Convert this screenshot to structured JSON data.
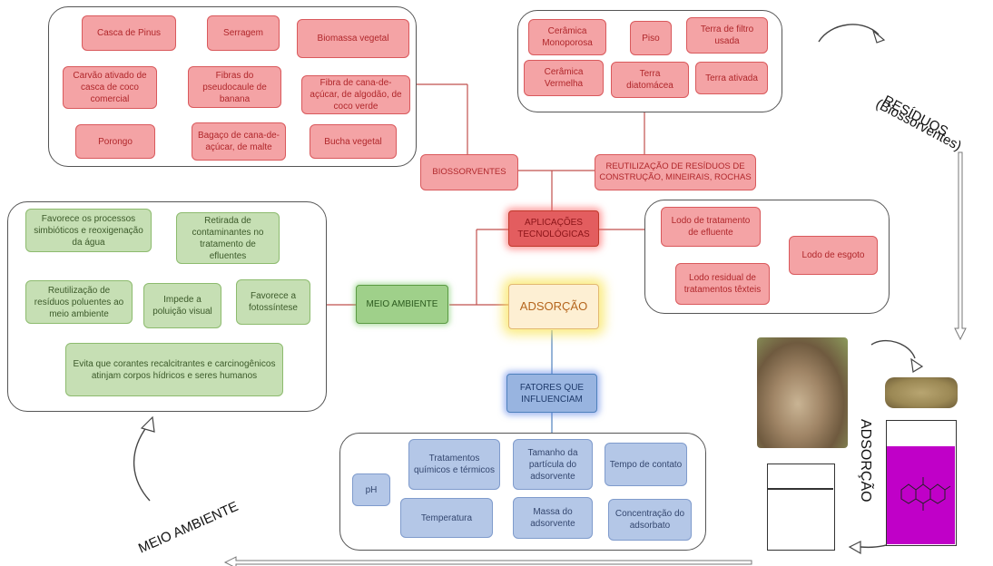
{
  "center": {
    "label": "ADSORÇÃO"
  },
  "hubs": {
    "aplicacoes": "APLICAÇÕES TECNOLÓGICAS",
    "biossorventes": "BIOSSORVENTES",
    "reutilizacao": "REUTILIZAÇÃO DE RESÍDUOS DE CONSTRUÇÃO, MINEIRAIS, ROCHAS",
    "meio_ambiente": "MEIO AMBIENTE",
    "fatores": "FATORES QUE INFLUENCIAM"
  },
  "biossorventes_items": [
    "Casca de Pinus",
    "Serragem",
    "Biomassa vegetal",
    "Carvão ativado de casca de coco comercial",
    "Fibras do pseudocaule de banana",
    "Fibra de cana-de-açúcar, de algodão, de coco verde",
    "Porongo",
    "Bagaço de cana-de-açúcar, de malte",
    "Bucha vegetal"
  ],
  "residuos_items": [
    "Cerâmica Monoporosa",
    "Piso",
    "Terra de filtro usada",
    "Cerâmica Vermelha",
    "Terra diatomácea",
    "Terra ativada"
  ],
  "lodo_items": [
    "Lodo de tratamento de efluente",
    "Lodo de esgoto",
    "Lodo residual de tratamentos têxteis"
  ],
  "meio_items": [
    "Favorece os processos simbióticos e reoxigenação da água",
    "Retirada de contaminantes no tratamento de efluentes",
    "Reutilização de resíduos poluentes ao meio ambiente",
    "Impede a poluição visual",
    "Favorece a fotossíntese",
    "Evita que corantes recalcitrantes e carcinogênicos atinjam corpos hídricos e seres humanos"
  ],
  "fatores_items": [
    "pH",
    "Tratamentos químicos e térmicos",
    "Tamanho da partícula do adsorvente",
    "Tempo de contato",
    "Temperatura",
    "Massa do adsorvente",
    "Concentração do adsorbato"
  ],
  "side_labels": {
    "residuos": "RESÍDUOS",
    "biossorventes": "(Biossorventes)",
    "adsorcao": "ADSORÇÃO",
    "meio_ambiente": "MEIO AMBIENTE"
  },
  "colors": {
    "red_fill": "#f4a3a5",
    "green_fill": "#c6dfb4",
    "blue_fill": "#b4c7e7",
    "purple_liquid": "#c000c8"
  }
}
